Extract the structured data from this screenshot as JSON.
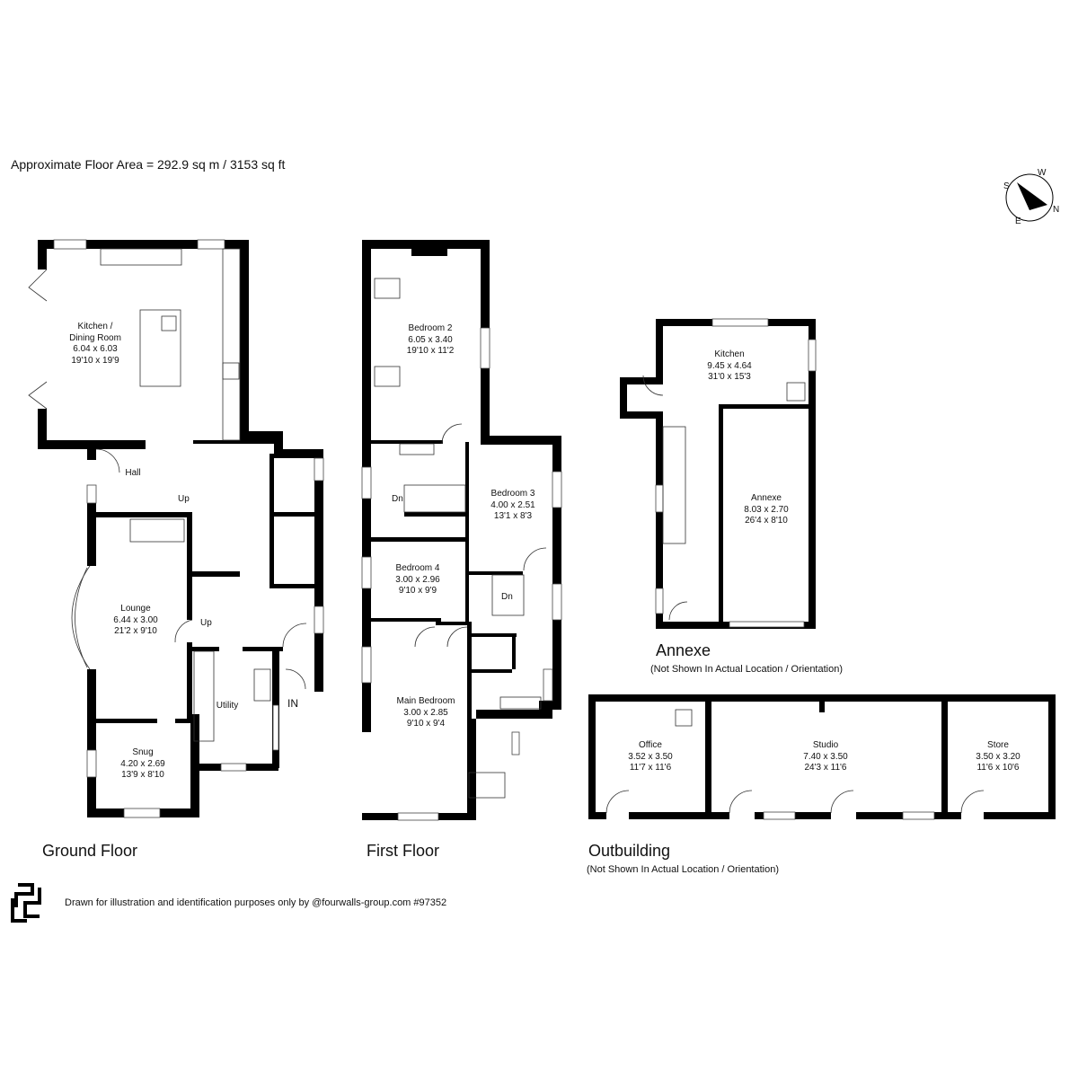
{
  "header": {
    "floor_area": "Approximate Floor Area = 292.9 sq m / 3153 sq ft"
  },
  "compass": {
    "n": "N",
    "e": "E",
    "s": "S",
    "w": "W"
  },
  "ground_floor": {
    "title": "Ground Floor",
    "rooms": [
      {
        "name": "Kitchen /",
        "name2": "Dining Room",
        "metric": "6.04 x 6.03",
        "imperial": "19'10 x 19'9"
      },
      {
        "name": "Hall"
      },
      {
        "name": "Lounge",
        "metric": "6.44 x 3.00",
        "imperial": "21'2 x 9'10"
      },
      {
        "name": "Snug",
        "metric": "4.20 x 2.69",
        "imperial": "13'9 x 8'10"
      },
      {
        "name": "Utility"
      }
    ],
    "labels": {
      "up1": "Up",
      "up2": "Up",
      "in": "IN"
    }
  },
  "first_floor": {
    "title": "First Floor",
    "rooms": [
      {
        "name": "Bedroom 2",
        "metric": "6.05 x 3.40",
        "imperial": "19'10 x 11'2"
      },
      {
        "name": "Bedroom 3",
        "metric": "4.00 x 2.51",
        "imperial": "13'1 x 8'3"
      },
      {
        "name": "Bedroom 4",
        "metric": "3.00 x 2.96",
        "imperial": "9'10 x 9'9"
      },
      {
        "name": "Main Bedroom",
        "metric": "3.00 x 2.85",
        "imperial": "9'10 x 9'4"
      }
    ],
    "labels": {
      "dn1": "Dn",
      "dn2": "Dn"
    }
  },
  "annexe": {
    "title": "Annexe",
    "note": "(Not Shown In Actual Location / Orientation)",
    "rooms": [
      {
        "name": "Kitchen",
        "metric": "9.45 x 4.64",
        "imperial": "31'0 x 15'3"
      },
      {
        "name": "Annexe",
        "metric": "8.03 x 2.70",
        "imperial": "26'4 x 8'10"
      }
    ]
  },
  "outbuilding": {
    "title": "Outbuilding",
    "note": "(Not Shown In Actual Location / Orientation)",
    "rooms": [
      {
        "name": "Office",
        "metric": "3.52 x 3.50",
        "imperial": "11'7 x 11'6"
      },
      {
        "name": "Studio",
        "metric": "7.40 x 3.50",
        "imperial": "24'3 x 11'6"
      },
      {
        "name": "Store",
        "metric": "3.50 x 3.20",
        "imperial": "11'6 x 10'6"
      }
    ]
  },
  "footer": {
    "disclaimer": "Drawn for illustration and identification purposes only by @fourwalls-group.com #97352"
  }
}
